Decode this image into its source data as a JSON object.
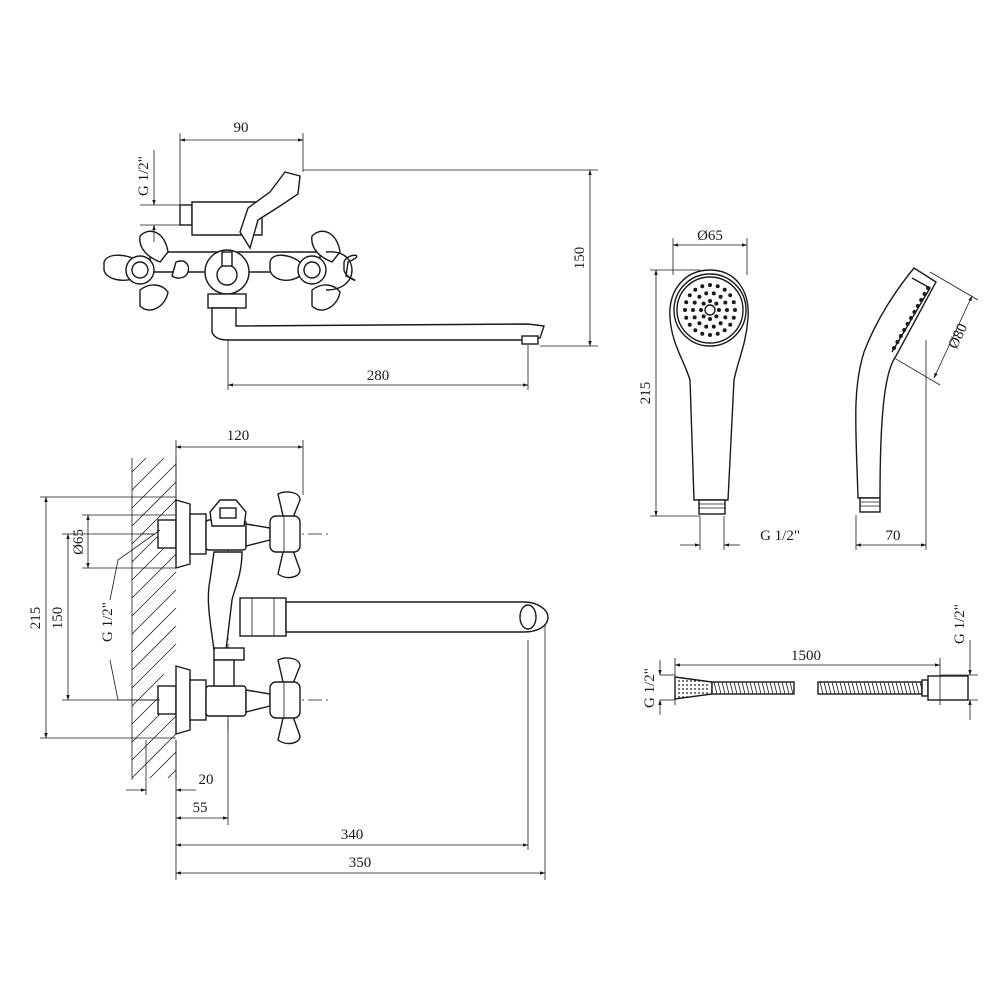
{
  "dimensions": {
    "top_view_handle_offset": "90",
    "top_view_thread": "G 1/2\"",
    "top_view_height": "150",
    "top_view_spout_length": "280",
    "front_view_width": "120",
    "front_view_flange_diameter": "Ø65",
    "front_view_thread": "G 1/2\"",
    "front_view_total_height": "215",
    "front_view_center_distance": "150",
    "front_view_wall_offset": "20",
    "front_view_body_offset": "55",
    "front_view_spout_reach": "340",
    "front_view_total_reach": "350",
    "shower_head_diameter": "Ø65",
    "shower_head_length": "215",
    "shower_head_thread": "G 1/2\"",
    "shower_head_side_diameter": "Ø80",
    "shower_head_depth": "70",
    "hose_length": "1500",
    "hose_thread_left": "G 1/2\"",
    "hose_thread_right": "G 1/2\""
  }
}
